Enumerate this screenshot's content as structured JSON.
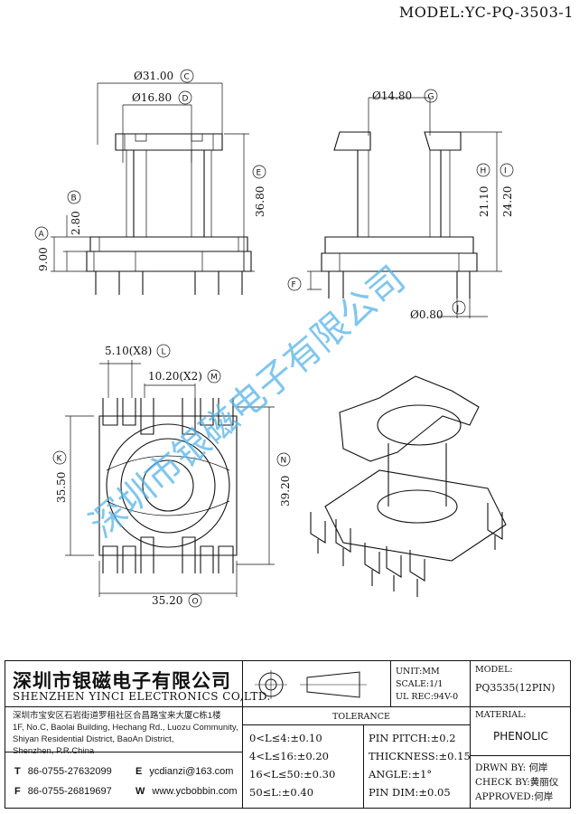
{
  "model_header": "MODEL:YC-PQ-3503-1",
  "watermark": "深圳市银磁电子有限公司",
  "dims": {
    "d31": "Ø31.00",
    "d1680": "Ø16.80",
    "d1480": "Ø14.80",
    "h3680": "36.80",
    "h2110": "21.10",
    "h2420": "24.20",
    "h280": "2.80",
    "h900": "9.00",
    "p080": "Ø0.80",
    "s510": "5.10(X8)",
    "s1020": "10.20(X2)",
    "w3550": "35.50",
    "w3920": "39.20",
    "w3520": "35.20"
  },
  "circles": {
    "A": "A",
    "B": "B",
    "C": "C",
    "D": "D",
    "E": "E",
    "F": "F",
    "G": "G",
    "H": "H",
    "I": "I",
    "J": "J",
    "K": "K",
    "L": "L",
    "M": "M",
    "N": "N",
    "O": "O"
  },
  "title_block": {
    "company_cn": "深圳市银磁电子有限公司",
    "company_en": "SHENZHEN YINCI ELECTRONICS CO,LTD.",
    "address_cn": "深圳市宝安区石岩街道罗租社区合昌路宝来大厦C栋1楼",
    "address_en_1": "1F, No.C, Baolai Building, Hechang Rd., Luozu Community,",
    "address_en_2": "Shiyan Residential District, BaoAn District,",
    "address_en_3": "Shenzhen, P.R.China",
    "tel_label": "T",
    "tel": "86-0755-27632099",
    "fax_label": "F",
    "fax": "86-0755-26819697",
    "email_label": "E",
    "email": "ycdianzi@163.com",
    "web_label": "W",
    "web": "www.ycbobbin.com",
    "unit": "UNIT:MM",
    "scale": "SCALE:1/1",
    "ul_rec": "UL REC:94V-0",
    "model_label": "MODEL:",
    "model_value": "PQ3535(12PIN)",
    "tolerance_label": "TOLERANCE",
    "tol_1": "0<L≤4:±0.10",
    "tol_2": "4<L≤16:±0.20",
    "tol_3": "16<L≤50:±0.30",
    "tol_4": "50≤L:±0.40",
    "pin_pitch": "PIN PITCH:±0.2",
    "thickness": "THICKNESS:±0.15",
    "angle": "ANGLE:±1°",
    "pin_dim": "PIN DIM:±0.05",
    "material_label": "MATERIAL:",
    "material_value": "PHENOLIC",
    "drwn": "DRWN BY: 何岸",
    "check": "CHECK BY:黄丽仪",
    "approved": "APPROVED:何岸"
  }
}
